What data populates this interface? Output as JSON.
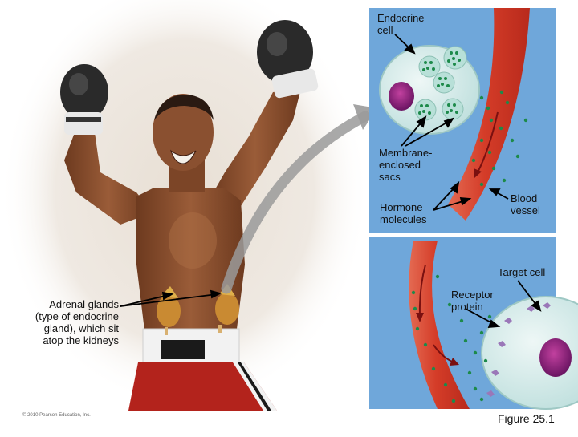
{
  "labels": {
    "endocrine_cell": "Endocrine\ncell",
    "membrane_sacs": "Membrane-\nenclosed\nsacs",
    "hormone_molecules": "Hormone\nmolecules",
    "blood_vessel": "Blood\nvessel",
    "target_cell": "Target cell",
    "receptor_protein": "Receptor\nprotein",
    "adrenal_glands": "Adrenal glands\n(type of endocrine\ngland), which sit\natop the kidneys",
    "figure": "Figure 25.1",
    "copyright": "© 2010 Pearson Education, Inc."
  },
  "colors": {
    "panel_blue": "#6fa7da",
    "cell_fill": "#d7ecec",
    "vessel_red": "#d8442f",
    "hormone_green": "#1d8a4a",
    "nucleus_purple": "#8e1d7e",
    "receptor_purple": "#9a77b8",
    "kidney_orange": "#c98a32",
    "shorts_red": "#b3231c",
    "skin": "#8a5030"
  }
}
